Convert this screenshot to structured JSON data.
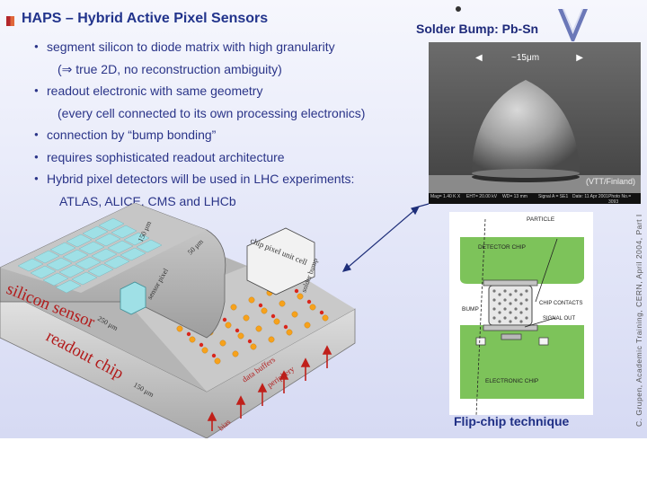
{
  "slide": {
    "title": "HAPS – Hybrid Active Pixel Sensors",
    "bullets": [
      {
        "kind": "b",
        "text": "segment silicon to diode matrix with high granularity"
      },
      {
        "kind": "i",
        "text": "(⇒ true 2D, no reconstruction ambiguity)"
      },
      {
        "kind": "b",
        "text": "readout electronic with same geometry"
      },
      {
        "kind": "i",
        "text": "(every cell connected to its own processing electronics)"
      },
      {
        "kind": "b",
        "text": "connection by “bump bonding”"
      },
      {
        "kind": "b",
        "text": "requires sophisticated readout architecture"
      },
      {
        "kind": "b",
        "text": "Hybrid pixel detectors will be used in LHC experiments:"
      },
      {
        "kind": "i2",
        "text": "ATLAS, ALICE, CMS and LHCb"
      }
    ]
  },
  "sem_panel": {
    "title": "Solder Bump: Pb-Sn",
    "logo_letter": "V",
    "scale_label": "~15μm",
    "credit": "(VTT/Finland)",
    "bar_texts": [
      "Mag= 1.40 K X",
      "EHT= 20.00 kV",
      "WD= 13 mm",
      "Signal A = SE1",
      "Date: 11 Apr 2001",
      "Photo No.= 3093"
    ]
  },
  "diagram": {
    "labels": {
      "pixel_size_1": "150 μm",
      "pixel_size_2": "50 μm",
      "sensor_pixel": "sensor pixel",
      "chip_pixel": "chip pixel unit cell",
      "solder_bump": "solder bump",
      "silicon_sensor": "silicon sensor",
      "sensor_thickness": "250 μm",
      "readout_chip": "readout chip",
      "chip_thickness": "150 μm",
      "data_buffers": "data buffers",
      "periphery": "periphery",
      "bias": "bias"
    }
  },
  "flipchip": {
    "particle": "PARTICLE",
    "detector_chip": "DETECTOR CHIP",
    "bump": "BUMP",
    "chip_contacts": "CHIP CONTACTS",
    "signal_out": "SIGNAL OUT",
    "electronic_chip": "ELECTRONIC CHIP",
    "caption": "Flip-chip technique"
  },
  "side_credit": "C. Grupen, Academic Training, CERN, April 2004, Part I",
  "colors": {
    "title": "#22348c",
    "bullet_text": "#2a3488",
    "chip_green": "#7dc35a",
    "pixel_cyan": "#9fe0e6",
    "bump_orange": "#f7a21b",
    "bump_red": "#d9261c"
  }
}
